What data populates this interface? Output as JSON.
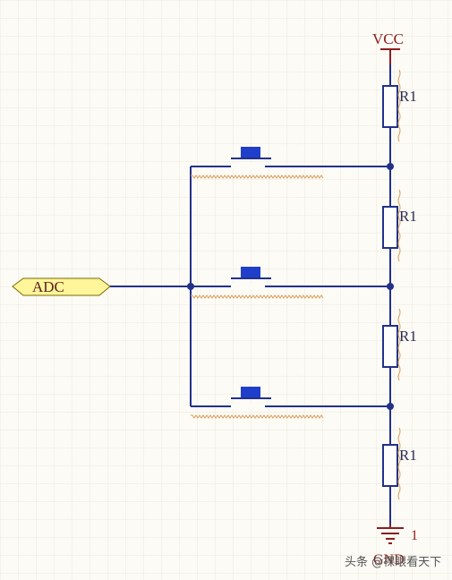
{
  "diagram": {
    "power_label": "VCC",
    "ground_label": "GND",
    "ground_pin": "1",
    "port_label": "ADC",
    "resistors": [
      {
        "designator": "R1"
      },
      {
        "designator": "R1"
      },
      {
        "designator": "R1"
      },
      {
        "designator": "R1"
      }
    ],
    "switch_count": 3
  },
  "watermark": "头条 @裸眼看天下",
  "colors": {
    "wire": "#22318a",
    "power": "#8a1f1f",
    "port_fill": "#fff59a",
    "switch_cap": "#1f3ec9",
    "background": "#fcfbf5"
  }
}
